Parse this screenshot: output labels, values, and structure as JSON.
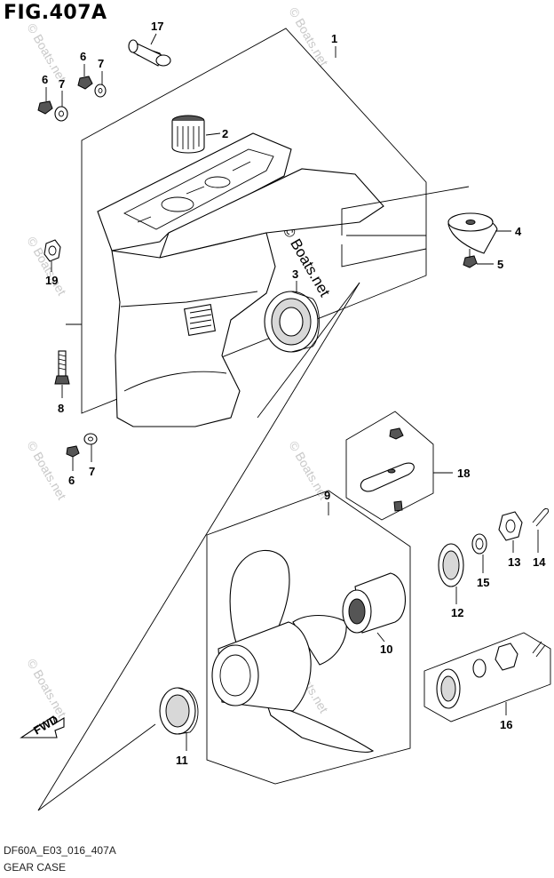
{
  "figure": {
    "title": "FIG.407A",
    "drawing_code": "DF60A_E03_016_407A",
    "caption": "GEAR CASE",
    "direction_label": "FWD",
    "watermark": "© Boats.net"
  },
  "callouts": [
    {
      "id": "c1",
      "number": "1",
      "part": "gear-case"
    },
    {
      "id": "c2",
      "number": "2",
      "part": "bushing"
    },
    {
      "id": "c3",
      "number": "3",
      "part": "bearing"
    },
    {
      "id": "c4",
      "number": "4",
      "part": "anode-trim-tab"
    },
    {
      "id": "c5",
      "number": "5",
      "part": "bolt"
    },
    {
      "id": "c6a",
      "number": "6",
      "part": "bolt"
    },
    {
      "id": "c7a",
      "number": "7",
      "part": "washer"
    },
    {
      "id": "c6b",
      "number": "6",
      "part": "bolt"
    },
    {
      "id": "c7b",
      "number": "7",
      "part": "washer"
    },
    {
      "id": "c6c",
      "number": "6",
      "part": "bolt"
    },
    {
      "id": "c7c",
      "number": "7",
      "part": "washer"
    },
    {
      "id": "c8",
      "number": "8",
      "part": "stud-bolt"
    },
    {
      "id": "c9",
      "number": "9",
      "part": "propeller"
    },
    {
      "id": "c10",
      "number": "10",
      "part": "bushing"
    },
    {
      "id": "c11",
      "number": "11",
      "part": "stopper"
    },
    {
      "id": "c12",
      "number": "12",
      "part": "spacer"
    },
    {
      "id": "c13",
      "number": "13",
      "part": "nut"
    },
    {
      "id": "c14",
      "number": "14",
      "part": "cotter-pin"
    },
    {
      "id": "c15",
      "number": "15",
      "part": "washer"
    },
    {
      "id": "c16",
      "number": "16",
      "part": "nut-set"
    },
    {
      "id": "c17",
      "number": "17",
      "part": "pipe"
    },
    {
      "id": "c18",
      "number": "18",
      "part": "anode-kit"
    },
    {
      "id": "c19",
      "number": "19",
      "part": "nut"
    }
  ],
  "colors": {
    "line": "#000000",
    "background": "#ffffff",
    "watermark": "#c9c9c9"
  }
}
